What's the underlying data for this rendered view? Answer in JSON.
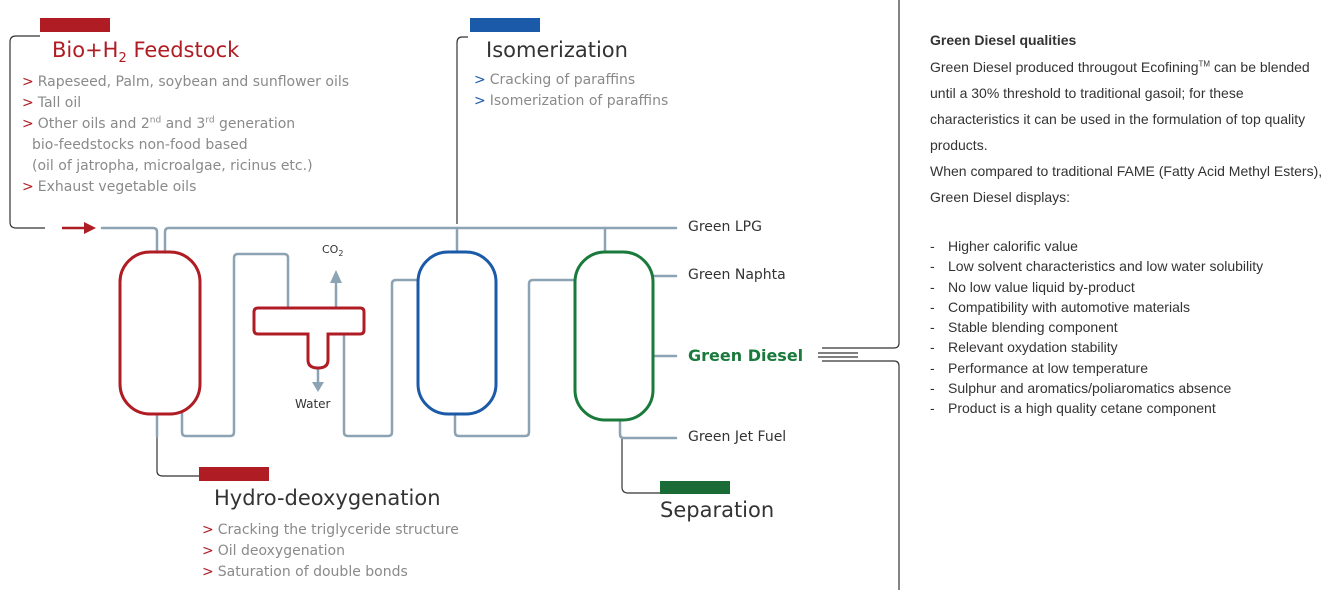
{
  "colors": {
    "red": "#b01c24",
    "blue": "#1a5aa8",
    "green": "#1a7a3c",
    "pipe": "#8ca3b3",
    "dark_green_rule": "#1f5e30"
  },
  "feedstock": {
    "title_main": "Bio+H",
    "title_sub": "2",
    "title_end": " Feedstock",
    "items": [
      "Rapeseed, Palm, soybean and sunflower oils",
      "Tall oil",
      "Other oils and 2",
      "bio-feedstocks non-food based",
      "(oil of jatropha, microalgae, ricinus etc.)",
      "Exhaust vegetable oils"
    ],
    "item3_sup1": "nd",
    "item3_mid": " and 3",
    "item3_sup2": "rd",
    "item3_end": " generation"
  },
  "isomerization": {
    "title": "Isomerization",
    "items": [
      "Cracking of paraffins",
      "Isomerization of paraffins"
    ]
  },
  "hydro": {
    "title": "Hydro-deoxygenation",
    "items": [
      "Cracking the triglyceride structure",
      "Oil deoxygenation",
      "Saturation of double bonds"
    ]
  },
  "separation": {
    "title": "Separation"
  },
  "bullet_marker": ">",
  "diagram": {
    "co2_main": "CO",
    "co2_sub": "2",
    "water": "Water"
  },
  "products": {
    "lpg": "Green LPG",
    "naphta": "Green Naphta",
    "diesel": "Green Diesel",
    "jet": "Green Jet Fuel"
  },
  "qualities": {
    "title": "Green Diesel qualities",
    "para1_a": "Green Diesel produced througout Ecofining",
    "para1_tm": "TM",
    "para1_b": " can be blended until a 30% threshold to traditional gasoil; for these characteristics it can be used in the formulation of top quality products.",
    "para2": "When compared to traditional FAME (Fatty Acid Methyl Esters), Green Diesel displays:",
    "dash": "-",
    "list": [
      "Higher calorific value",
      "Low solvent characteristics and low water solubility",
      "No low value liquid by-product",
      "Compatibility with automotive materials",
      "Stable blending component",
      "Relevant oxydation stability",
      "Performance at low temperature",
      "Sulphur and aromatics/poliaromatics absence",
      "Product is a high quality cetane component"
    ]
  }
}
